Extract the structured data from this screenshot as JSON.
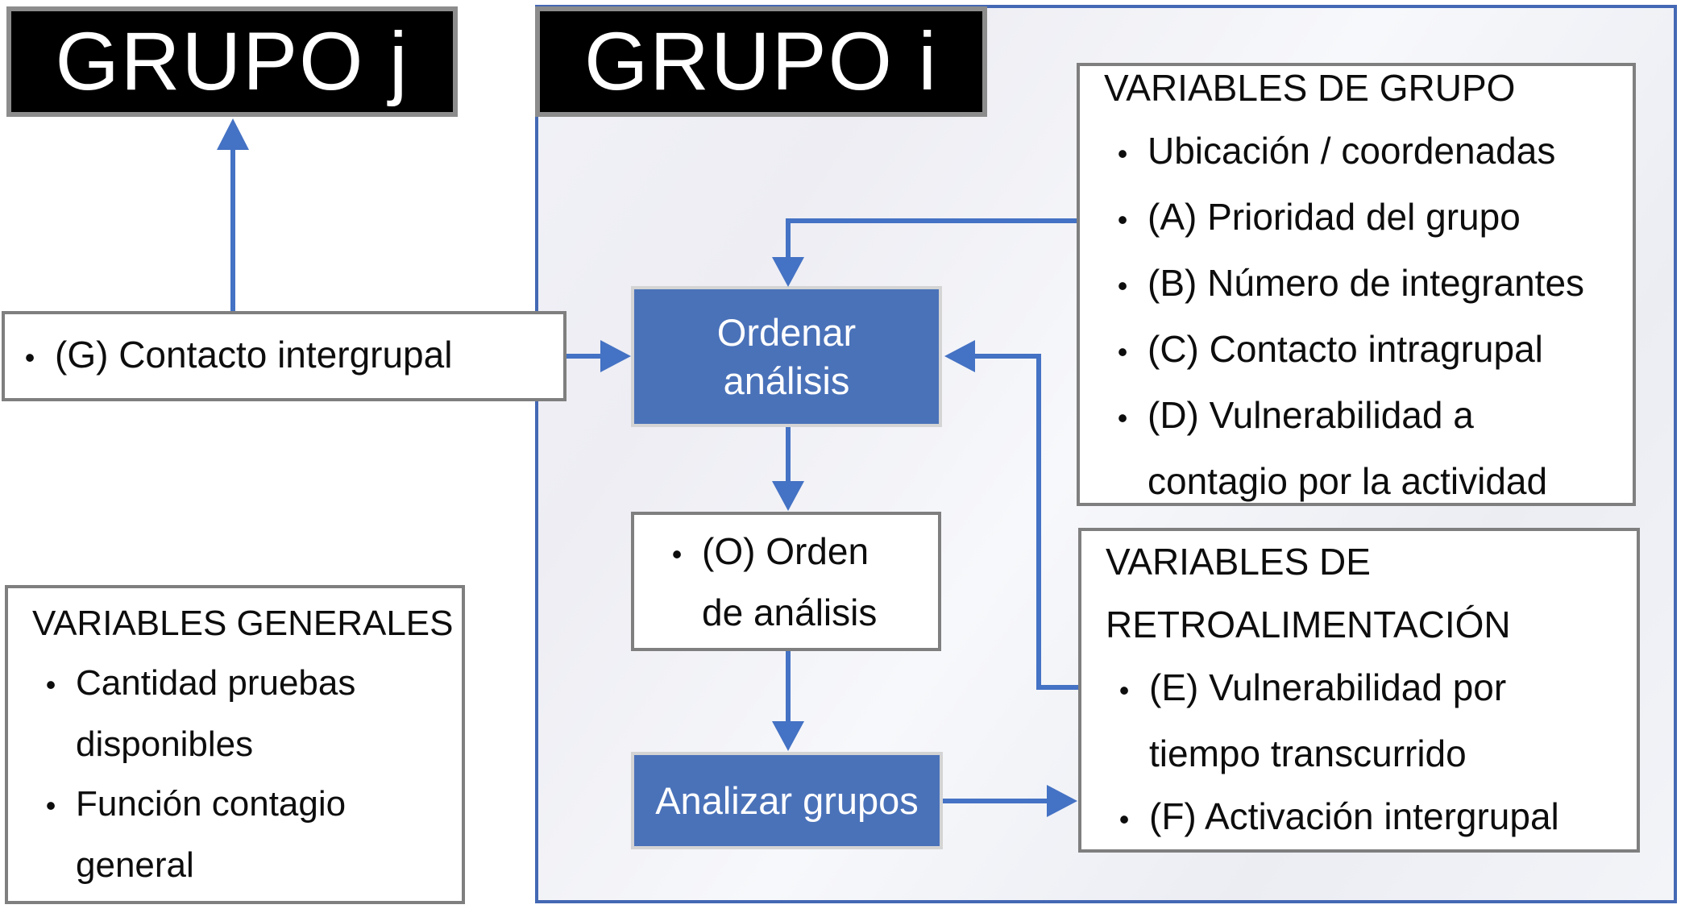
{
  "glyphs": {
    "bullet": "•"
  },
  "colors": {
    "accent_blue": "#4472c4",
    "region_border_blue": "#4468b4",
    "process_box_blue": "#4a72b9",
    "header_box_black": "#000000",
    "box_border_gray": "#7f7f7f"
  },
  "headers": {
    "group_j": "GRUPO j",
    "group_i": "GRUPO i"
  },
  "left": {
    "contacto_intergrupal": {
      "text": "(G) Contacto intergrupal"
    },
    "variables_generales": {
      "title": "VARIABLES GENERALES",
      "items": [
        {
          "text": "Cantidad pruebas"
        },
        {
          "text": "disponibles"
        },
        {
          "text": "Función contagio"
        },
        {
          "text": "general"
        }
      ]
    }
  },
  "center": {
    "ordenar_analisis": {
      "line1": "Ordenar",
      "line2": "análisis"
    },
    "orden_de_analisis": {
      "line1": "(O) Orden",
      "line2": "de análisis"
    },
    "analizar_grupos": {
      "text": "Analizar grupos"
    }
  },
  "right": {
    "variables_de_grupo": {
      "title": "VARIABLES DE GRUPO",
      "items": [
        {
          "text": "Ubicación / coordenadas"
        },
        {
          "text": "(A) Prioridad del grupo"
        },
        {
          "text": "(B) Número de integrantes"
        },
        {
          "text": "(C) Contacto intragrupal"
        },
        {
          "text": "(D) Vulnerabilidad a"
        },
        {
          "text": "contagio por la actividad"
        }
      ]
    },
    "retroalimentacion": {
      "title_line1": "VARIABLES DE",
      "title_line2": "RETROALIMENTACIÓN",
      "items": [
        {
          "text": "(E) Vulnerabilidad por"
        },
        {
          "text": "tiempo transcurrido"
        },
        {
          "text": "(F) Activación intergrupal"
        }
      ]
    }
  }
}
